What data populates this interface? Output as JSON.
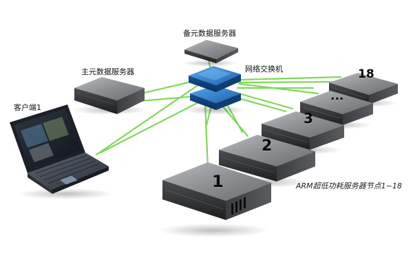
{
  "labels": {
    "backup_server": "备元数据服务器",
    "primary_server": "主元数据服务器",
    "switch": "网络交换机",
    "client": "客户端1",
    "caption": "ARM超低功耗服务器节点1~18"
  },
  "nodes": [
    "1",
    "2",
    "3",
    "...",
    "18"
  ],
  "colors": {
    "cable": "#7ed957",
    "switch": "#1f6fc2",
    "server": "#8e9194"
  }
}
